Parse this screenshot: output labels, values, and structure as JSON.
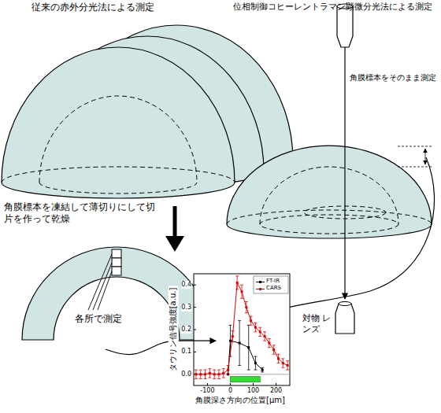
{
  "diagram": {
    "labels": [
      "従来の赤外分光法による測定",
      "位相制御コヒーレントラマン顕微分光法による測定",
      "角膜標本を凍結して薄切りにして切片を作って乾燥",
      "角膜標本をそのまま測定",
      "各所で測定",
      "対物 レンズ",
      "タウリン信号強度[a.u.]",
      "角膜深さ方向の位置[μm]",
      "-100",
      "0",
      "100",
      "200",
      "0.0",
      "0.1",
      "0.2",
      "0.3",
      "0.4"
    ],
    "legend": [
      {
        "text": "FT-IR"
      },
      {
        "text": "CARS"
      }
    ]
  }
}
